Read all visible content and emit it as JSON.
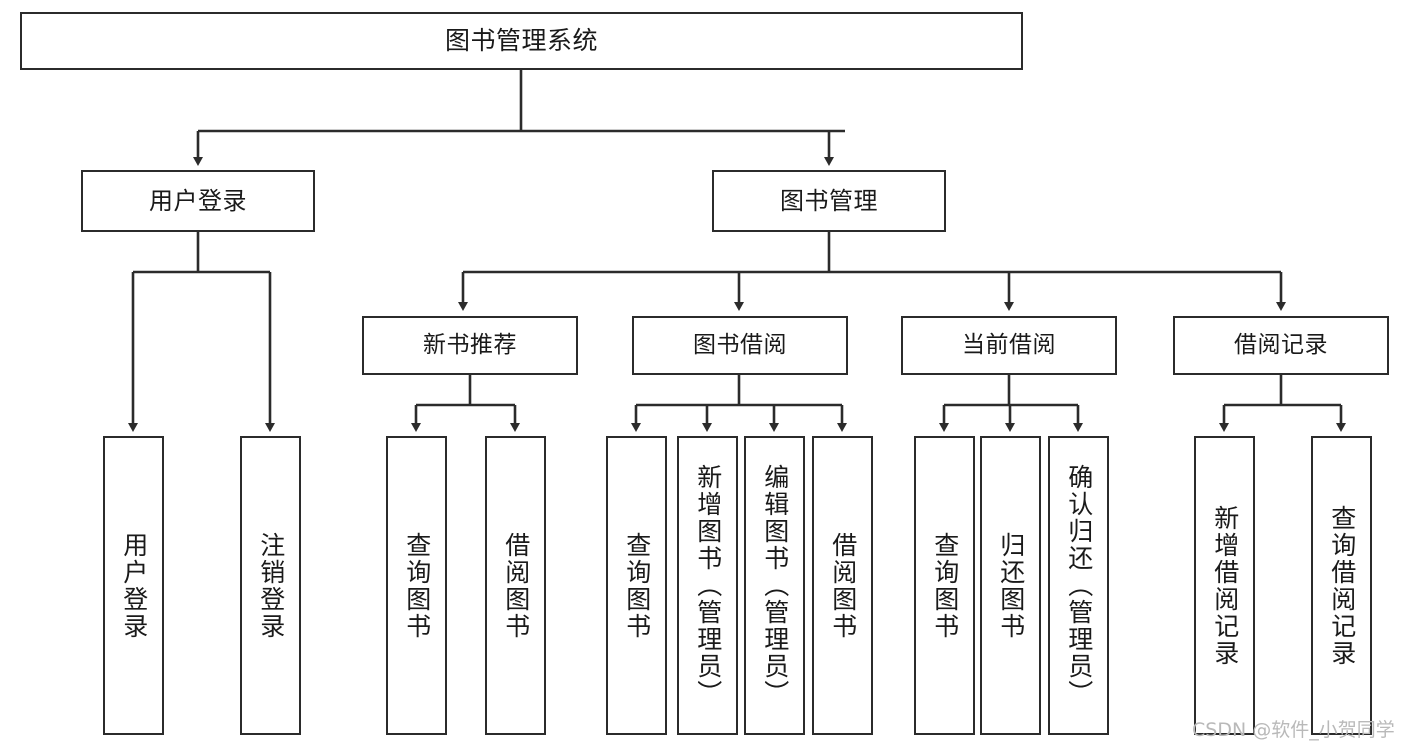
{
  "diagram": {
    "title": "图书管理系统",
    "watermark": "CSDN @软件_小贺同学",
    "line_color": "#2b2b2b",
    "box_fill": "#ffffff",
    "text_color": "#1a1a1a",
    "watermark_color": "#b9b9b9",
    "nodes": {
      "root": {
        "label": "图书管理系统"
      },
      "level2": [
        {
          "id": "user-login",
          "label": "用户登录"
        },
        {
          "id": "book-manage",
          "label": "图书管理"
        }
      ],
      "level3": [
        {
          "id": "new-book-recommend",
          "label": "新书推荐"
        },
        {
          "id": "book-borrow",
          "label": "图书借阅"
        },
        {
          "id": "current-borrow",
          "label": "当前借阅"
        },
        {
          "id": "borrow-record",
          "label": "借阅记录"
        }
      ],
      "leaves": [
        {
          "id": "leaf-user-login",
          "label": "用户登录",
          "parent": "user-login"
        },
        {
          "id": "leaf-logout-login",
          "label": "注销登录",
          "parent": "user-login"
        },
        {
          "id": "leaf-query-book-1",
          "label": "查询图书",
          "parent": "new-book-recommend"
        },
        {
          "id": "leaf-borrow-book-1",
          "label": "借阅图书",
          "parent": "new-book-recommend"
        },
        {
          "id": "leaf-query-book-2",
          "label": "查询图书",
          "parent": "book-borrow"
        },
        {
          "id": "leaf-add-book",
          "label": "新增图书（管理员）",
          "parent": "book-borrow"
        },
        {
          "id": "leaf-edit-book",
          "label": "编辑图书（管理员）",
          "parent": "book-borrow"
        },
        {
          "id": "leaf-borrow-book-2",
          "label": "借阅图书",
          "parent": "book-borrow"
        },
        {
          "id": "leaf-query-book-3",
          "label": "查询图书",
          "parent": "current-borrow"
        },
        {
          "id": "leaf-return-book",
          "label": "归还图书",
          "parent": "current-borrow"
        },
        {
          "id": "leaf-confirm-return",
          "label": "确认归还（管理员）",
          "parent": "current-borrow"
        },
        {
          "id": "leaf-add-record",
          "label": "新增借阅记录",
          "parent": "borrow-record"
        },
        {
          "id": "leaf-query-record",
          "label": "查询借阅记录",
          "parent": "borrow-record"
        }
      ]
    }
  }
}
